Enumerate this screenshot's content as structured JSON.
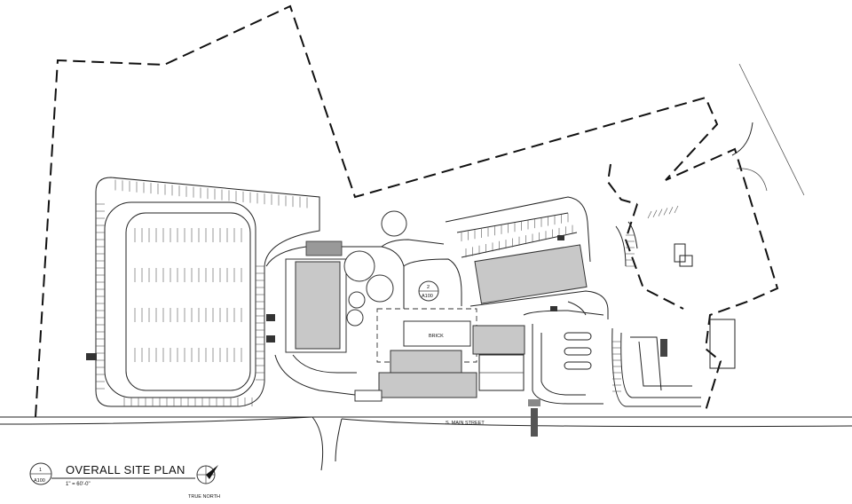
{
  "title_block": {
    "detail_number": "1",
    "sheet": "A100",
    "title": "OVERALL SITE PLAN",
    "scale": "1\" = 60'-0\""
  },
  "north_arrow": {
    "label": "TRUE NORTH",
    "icon": "north-arrow-icon"
  },
  "labels": {
    "street": "S. MAIN STREET",
    "building": "BRICK",
    "callout_number": "2",
    "callout_sheet": "A100"
  },
  "colors": {
    "linework": "#222222",
    "building_fill": "#c8c8c8",
    "background": "#ffffff"
  }
}
